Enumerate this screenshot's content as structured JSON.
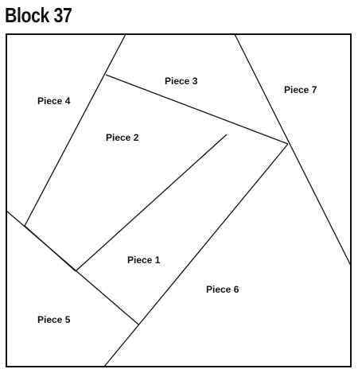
{
  "title": "Block 37",
  "pieces": {
    "piece1": "Piece 1",
    "piece2": "Piece 2",
    "piece3": "Piece 3",
    "piece4": "Piece 4",
    "piece5": "Piece 5",
    "piece6": "Piece 6",
    "piece7": "Piece 7"
  },
  "colors": {
    "line": "#111111",
    "background": "#ffffff"
  }
}
